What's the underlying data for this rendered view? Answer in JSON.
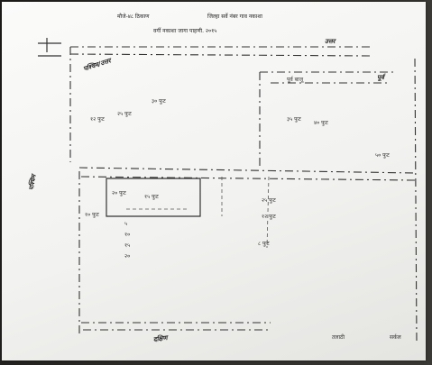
{
  "header": {
    "line1_left": "मौजे-४८ ठिकाण",
    "line1_right": "जिल्हा सर्वे नंबर गाव नकाशा",
    "line2": "वर्गी नकाशा जागा पाहणी. २०१५"
  },
  "boundaries": {
    "north_top": "उत्तर",
    "north_west_corner": "पश्चिम/उत्तर",
    "east_room": "पूर्व बाजू",
    "east_label": "पूर्व",
    "west_side": "पश्चिम",
    "south": "दक्षिण"
  },
  "plot_labels": {
    "top_left_block": [
      "१२ फुट",
      "२५ फुट",
      "३० फुट"
    ],
    "top_right_block": [
      "३५ फुट",
      "४० फुट",
      "५० फुट"
    ],
    "left_room": [
      "२० फुट",
      "१५ फुट",
      "१० फुट"
    ],
    "center_vertical": [
      "५",
      "१०",
      "१५",
      "२०"
    ],
    "right_center": [
      "२५ फुट",
      "१२ फुट",
      "८ फुट"
    ]
  },
  "footer": {
    "sig_left": "तलाठी",
    "sig_right": "सर्कल"
  },
  "colors": {
    "ink": "#2a2a2a",
    "paper": "#f4f4f2",
    "background": "#2b2926"
  }
}
